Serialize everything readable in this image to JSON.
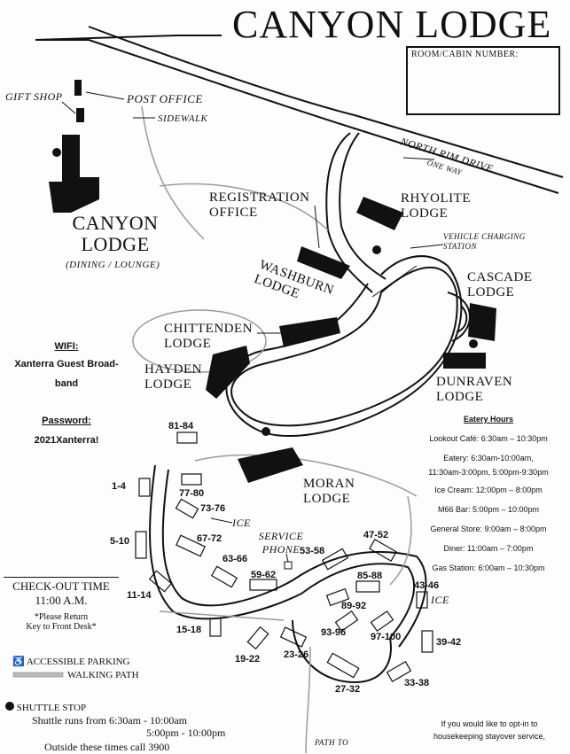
{
  "title": "CANYON LODGE",
  "room_box_label": "ROOM/CABIN NUMBER:",
  "labels": {
    "gift_shop": "GIFT SHOP",
    "post_office": "POST OFFICE",
    "sidewalk": "SIDEWALK",
    "north_rim_drive": "NORTH RIM DRIVE",
    "one_way": "ONE WAY",
    "canyon_lodge": "CANYON LODGE",
    "dining_lounge": "(DINING / LOUNGE)",
    "registration_office": "REGISTRATION OFFICE",
    "rhyolite_lodge": "RHYOLITE LODGE",
    "vehicle_charging": "VEHICLE CHARGING STATION",
    "washburn_lodge": "WASHBURN LODGE",
    "cascade_lodge": "CASCADE LODGE",
    "chittenden_lodge": "CHITTENDEN LODGE",
    "hayden_lodge": "HAYDEN LODGE",
    "dunraven_lodge": "DUNRAVEN LODGE",
    "moran_lodge": "MORAN LODGE",
    "service_phone": "SERVICE PHONE",
    "ice1": "ICE",
    "ice2": "ICE",
    "path_to": "PATH TO"
  },
  "units": [
    "81-84",
    "1-4",
    "77-80",
    "73-76",
    "5-10",
    "67-72",
    "63-66",
    "59-62",
    "53-58",
    "47-52",
    "85-88",
    "43-46",
    "11-14",
    "89-92",
    "93-96",
    "97-100",
    "15-18",
    "19-22",
    "23-26",
    "39-42",
    "27-32",
    "33-38"
  ],
  "wifi": {
    "heading": "WIFI:",
    "network_line1": "Xanterra Guest Broad-",
    "network_line2": "band",
    "password_heading": "Password:",
    "password": "2021Xanterra!"
  },
  "checkout": {
    "heading": "CHECK-OUT TIME",
    "time": "11:00 A.M.",
    "note_line1": "*Please Return",
    "note_line2": "Key to Front Desk*"
  },
  "legend": {
    "accessible": "ACCESSIBLE PARKING",
    "walking": "WALKING PATH",
    "shuttle_stop": "SHUTTLE STOP",
    "shuttle_runs": "Shuttle runs from 6:30am - 10:00am",
    "shuttle_runs2": "5:00pm - 10:00pm",
    "outside": "Outside these times call 3900"
  },
  "eatery": {
    "heading": "Eatery Hours",
    "lines": [
      "Lookout Café: 6:30am – 10:30pm",
      "Eatery: 6:30am-10:00am,",
      "11:30am-3:00pm, 5:00pm-9:30pm",
      "Ice Cream: 12:00pm – 8:00pm",
      "M66 Bar: 5:00pm – 10:00pm",
      "General Store: 9:00am – 8:00pm",
      "Diner: 11:00am – 7:00pm",
      "Gas Station: 6:00am – 10:30pm"
    ]
  },
  "housekeeping": {
    "line1": "If you would like to opt-in to",
    "line2": "housekeeping stayover service,"
  },
  "colors": {
    "ink": "#111111",
    "path_gray": "#9a9a9a",
    "paper": "#fdfdfd"
  }
}
